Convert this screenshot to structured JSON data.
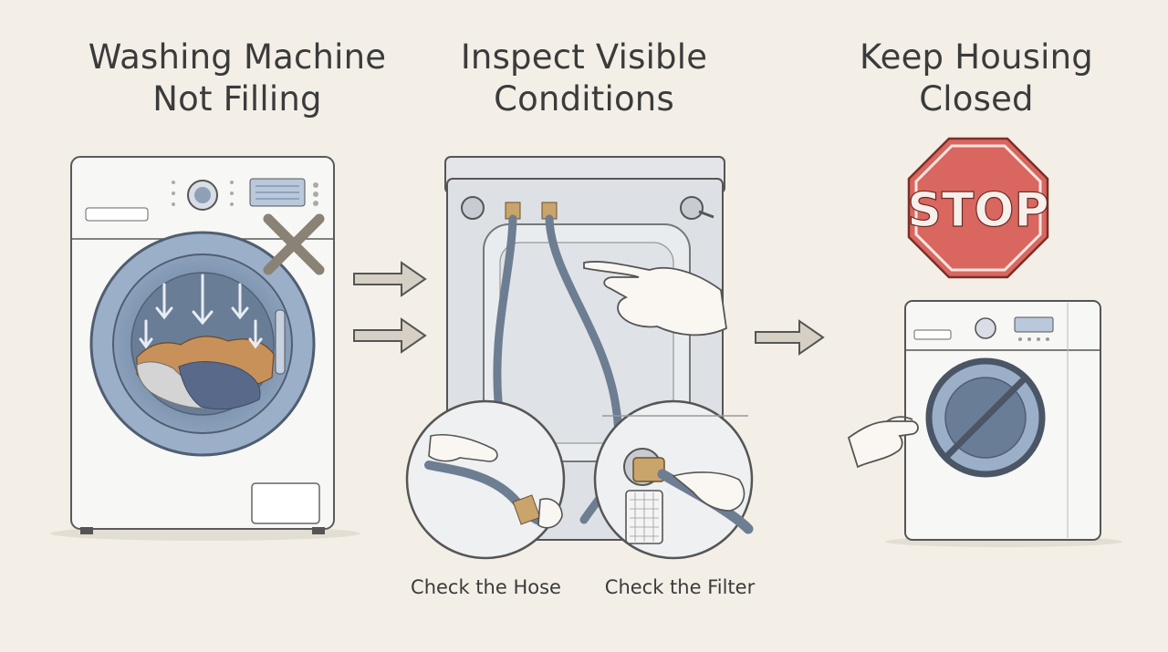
{
  "panels": [
    {
      "title_line1": "Washing Machine",
      "title_line2": "Not Filling"
    },
    {
      "title_line1": "Inspect Visible",
      "title_line2": "Conditions"
    },
    {
      "title_line1": "Keep Housing",
      "title_line2": "Closed"
    }
  ],
  "callouts": {
    "hose": "Check the Hose",
    "filter": "Check the Filter"
  },
  "stop_sign": {
    "text": "STOP"
  },
  "icons": [
    "x-mark-icon",
    "down-arrow-icon",
    "right-arrow-icon",
    "pointing-hand-icon",
    "stop-sign-icon",
    "prohibited-icon"
  ],
  "colors": {
    "background": "#f3efe7",
    "drum_blue": "#6f87a6",
    "stop_red": "#d9675f",
    "brass": "#c9a46b",
    "line": "#5a5a5a"
  }
}
